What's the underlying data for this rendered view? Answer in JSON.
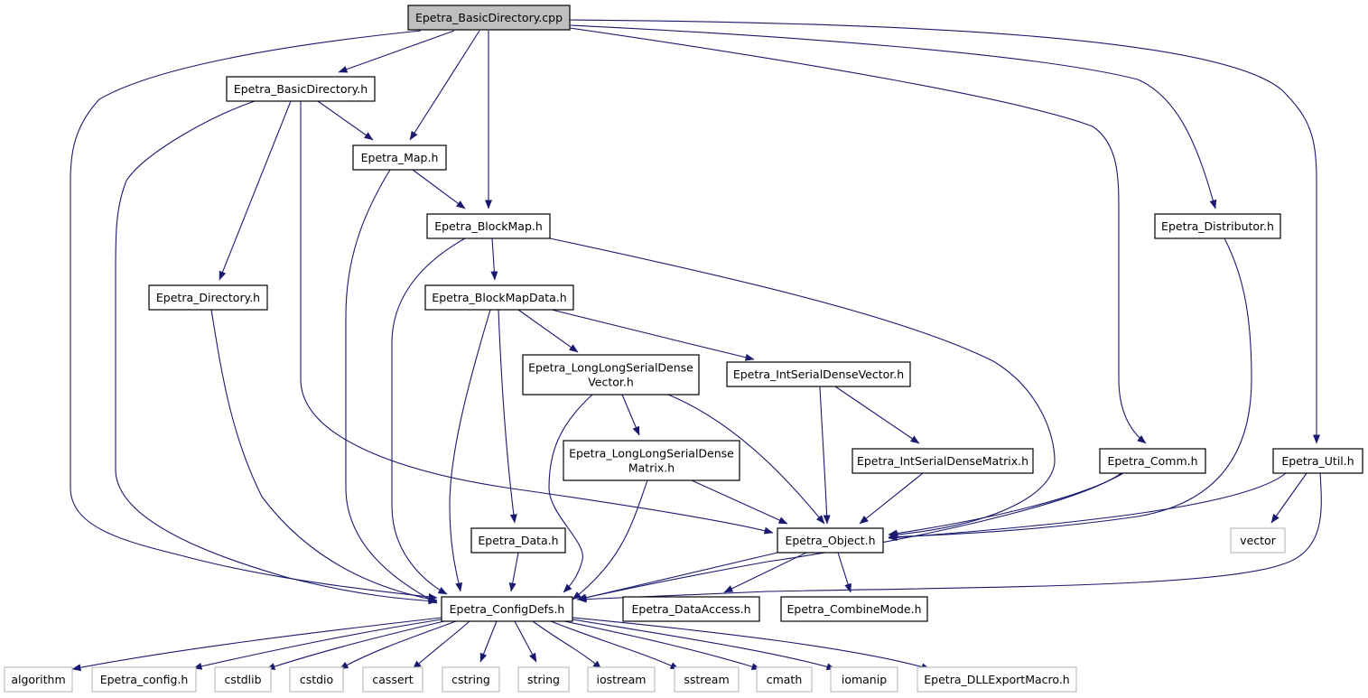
{
  "colors": {
    "edge": "#191970",
    "node_fill": "#ffffff",
    "node_border": "#000000",
    "root_fill": "#bfbfbf",
    "external_border": "#bfbfbf"
  },
  "graph": {
    "title": "",
    "nodes": [
      {
        "id": "basicdir_cpp",
        "kind": "root",
        "lines": [
          "Epetra_BasicDirectory.cpp"
        ]
      },
      {
        "id": "basicdir_h",
        "kind": "file",
        "lines": [
          "Epetra_BasicDirectory.h"
        ]
      },
      {
        "id": "map_h",
        "kind": "file",
        "lines": [
          "Epetra_Map.h"
        ]
      },
      {
        "id": "blockmap_h",
        "kind": "file",
        "lines": [
          "Epetra_BlockMap.h"
        ]
      },
      {
        "id": "directory_h",
        "kind": "file",
        "lines": [
          "Epetra_Directory.h"
        ]
      },
      {
        "id": "blockmapdata_h",
        "kind": "file",
        "lines": [
          "Epetra_BlockMapData.h"
        ]
      },
      {
        "id": "distributor_h",
        "kind": "file",
        "lines": [
          "Epetra_Distributor.h"
        ]
      },
      {
        "id": "llsdv_h",
        "kind": "file",
        "lines": [
          "Epetra_LongLongSerialDense",
          "Vector.h"
        ]
      },
      {
        "id": "isdv_h",
        "kind": "file",
        "lines": [
          "Epetra_IntSerialDenseVector.h"
        ]
      },
      {
        "id": "llsdm_h",
        "kind": "file",
        "lines": [
          "Epetra_LongLongSerialDense",
          "Matrix.h"
        ]
      },
      {
        "id": "isdm_h",
        "kind": "file",
        "lines": [
          "Epetra_IntSerialDenseMatrix.h"
        ]
      },
      {
        "id": "comm_h",
        "kind": "file",
        "lines": [
          "Epetra_Comm.h"
        ]
      },
      {
        "id": "util_h",
        "kind": "file",
        "lines": [
          "Epetra_Util.h"
        ]
      },
      {
        "id": "data_h",
        "kind": "file",
        "lines": [
          "Epetra_Data.h"
        ]
      },
      {
        "id": "object_h",
        "kind": "file",
        "lines": [
          "Epetra_Object.h"
        ]
      },
      {
        "id": "vector",
        "kind": "external",
        "lines": [
          "vector"
        ]
      },
      {
        "id": "configdefs_h",
        "kind": "file",
        "lines": [
          "Epetra_ConfigDefs.h"
        ]
      },
      {
        "id": "dataaccess_h",
        "kind": "file",
        "lines": [
          "Epetra_DataAccess.h"
        ]
      },
      {
        "id": "combinemode_h",
        "kind": "file",
        "lines": [
          "Epetra_CombineMode.h"
        ]
      },
      {
        "id": "algorithm",
        "kind": "external",
        "lines": [
          "algorithm"
        ]
      },
      {
        "id": "epetra_config_h",
        "kind": "external",
        "lines": [
          "Epetra_config.h"
        ]
      },
      {
        "id": "cstdlib",
        "kind": "external",
        "lines": [
          "cstdlib"
        ]
      },
      {
        "id": "cstdio",
        "kind": "external",
        "lines": [
          "cstdio"
        ]
      },
      {
        "id": "cassert",
        "kind": "external",
        "lines": [
          "cassert"
        ]
      },
      {
        "id": "cstring",
        "kind": "external",
        "lines": [
          "cstring"
        ]
      },
      {
        "id": "string",
        "kind": "external",
        "lines": [
          "string"
        ]
      },
      {
        "id": "iostream",
        "kind": "external",
        "lines": [
          "iostream"
        ]
      },
      {
        "id": "sstream",
        "kind": "external",
        "lines": [
          "sstream"
        ]
      },
      {
        "id": "cmath",
        "kind": "external",
        "lines": [
          "cmath"
        ]
      },
      {
        "id": "iomanip",
        "kind": "external",
        "lines": [
          "iomanip"
        ]
      },
      {
        "id": "dllexport_h",
        "kind": "external",
        "lines": [
          "Epetra_DLLExportMacro.h"
        ]
      }
    ],
    "edges": [
      {
        "from": "basicdir_cpp",
        "to": "basicdir_h"
      },
      {
        "from": "basicdir_cpp",
        "to": "map_h"
      },
      {
        "from": "basicdir_cpp",
        "to": "blockmap_h"
      },
      {
        "from": "basicdir_cpp",
        "to": "distributor_h"
      },
      {
        "from": "basicdir_cpp",
        "to": "comm_h"
      },
      {
        "from": "basicdir_cpp",
        "to": "util_h"
      },
      {
        "from": "basicdir_cpp",
        "to": "configdefs_h"
      },
      {
        "from": "basicdir_h",
        "to": "map_h"
      },
      {
        "from": "basicdir_h",
        "to": "directory_h"
      },
      {
        "from": "basicdir_h",
        "to": "object_h"
      },
      {
        "from": "basicdir_h",
        "to": "configdefs_h"
      },
      {
        "from": "map_h",
        "to": "blockmap_h"
      },
      {
        "from": "map_h",
        "to": "configdefs_h"
      },
      {
        "from": "blockmap_h",
        "to": "blockmapdata_h"
      },
      {
        "from": "blockmap_h",
        "to": "object_h"
      },
      {
        "from": "blockmap_h",
        "to": "configdefs_h"
      },
      {
        "from": "directory_h",
        "to": "configdefs_h"
      },
      {
        "from": "blockmapdata_h",
        "to": "llsdv_h"
      },
      {
        "from": "blockmapdata_h",
        "to": "isdv_h"
      },
      {
        "from": "blockmapdata_h",
        "to": "data_h"
      },
      {
        "from": "blockmapdata_h",
        "to": "configdefs_h"
      },
      {
        "from": "llsdv_h",
        "to": "llsdm_h"
      },
      {
        "from": "llsdv_h",
        "to": "object_h"
      },
      {
        "from": "llsdv_h",
        "to": "configdefs_h"
      },
      {
        "from": "isdv_h",
        "to": "isdm_h"
      },
      {
        "from": "isdv_h",
        "to": "object_h"
      },
      {
        "from": "llsdm_h",
        "to": "object_h"
      },
      {
        "from": "llsdm_h",
        "to": "configdefs_h"
      },
      {
        "from": "isdm_h",
        "to": "object_h"
      },
      {
        "from": "distributor_h",
        "to": "object_h"
      },
      {
        "from": "comm_h",
        "to": "object_h"
      },
      {
        "from": "comm_h",
        "to": "configdefs_h"
      },
      {
        "from": "util_h",
        "to": "object_h"
      },
      {
        "from": "util_h",
        "to": "vector"
      },
      {
        "from": "util_h",
        "to": "configdefs_h"
      },
      {
        "from": "data_h",
        "to": "configdefs_h"
      },
      {
        "from": "object_h",
        "to": "configdefs_h"
      },
      {
        "from": "object_h",
        "to": "dataaccess_h"
      },
      {
        "from": "object_h",
        "to": "combinemode_h"
      },
      {
        "from": "configdefs_h",
        "to": "algorithm"
      },
      {
        "from": "configdefs_h",
        "to": "epetra_config_h"
      },
      {
        "from": "configdefs_h",
        "to": "cstdlib"
      },
      {
        "from": "configdefs_h",
        "to": "cstdio"
      },
      {
        "from": "configdefs_h",
        "to": "cassert"
      },
      {
        "from": "configdefs_h",
        "to": "cstring"
      },
      {
        "from": "configdefs_h",
        "to": "string"
      },
      {
        "from": "configdefs_h",
        "to": "iostream"
      },
      {
        "from": "configdefs_h",
        "to": "sstream"
      },
      {
        "from": "configdefs_h",
        "to": "cmath"
      },
      {
        "from": "configdefs_h",
        "to": "iomanip"
      },
      {
        "from": "configdefs_h",
        "to": "dllexport_h"
      }
    ]
  }
}
